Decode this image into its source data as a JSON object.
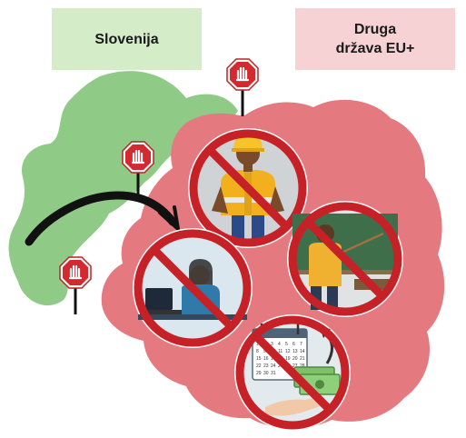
{
  "labels": {
    "slovenia": "Slovenija",
    "other_state_line1": "Druga",
    "other_state_line2": "država EU+"
  },
  "calendar": {
    "days": [
      "1",
      "2",
      "3",
      "4",
      "5",
      "6",
      "7",
      "8",
      "9",
      "10",
      "11",
      "12",
      "13",
      "14",
      "15",
      "16",
      "17",
      "18",
      "19",
      "20",
      "21",
      "22",
      "23",
      "24",
      "25",
      "26",
      "27",
      "28",
      "29",
      "30",
      "31"
    ]
  },
  "colors": {
    "slovenia_region": "#8fcb86",
    "eu_region": "#e47a80",
    "ban_ring": "#c62127",
    "stop_sign": "#d42a2f",
    "arrow": "#111111",
    "label_slovenia_bg": "#d5ecc9",
    "label_eu_bg": "#f6d2d4"
  },
  "icons": [
    "stop-sign-icon",
    "curved-arrow-icon",
    "construction-worker-icon",
    "teacher-icon",
    "office-worker-icon",
    "calendar-money-icon"
  ]
}
